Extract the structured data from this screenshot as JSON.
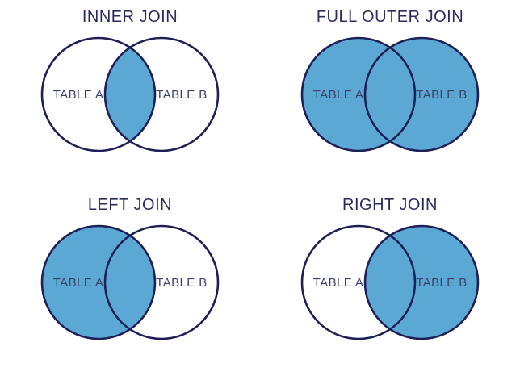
{
  "page": {
    "background_color": "#ffffff",
    "layout": "2x2-grid"
  },
  "style": {
    "fill_color": "#5ba8d4",
    "stroke_color": "#1f2057",
    "title_color": "#2a2d5c",
    "label_color": "#3c4169",
    "empty_fill": "#ffffff"
  },
  "diagrams": [
    {
      "id": "inner-join",
      "title": "INNER JOIN",
      "left_label": "TABLE A",
      "right_label": "TABLE B",
      "fill": {
        "left_only": false,
        "intersection": true,
        "right_only": false
      }
    },
    {
      "id": "full-outer-join",
      "title": "FULL OUTER JOIN",
      "left_label": "TABLE A",
      "right_label": "TABLE B",
      "fill": {
        "left_only": true,
        "intersection": true,
        "right_only": true
      }
    },
    {
      "id": "left-join",
      "title": "LEFT JOIN",
      "left_label": "TABLE A",
      "right_label": "TABLE B",
      "fill": {
        "left_only": true,
        "intersection": true,
        "right_only": false
      }
    },
    {
      "id": "right-join",
      "title": "RIGHT JOIN",
      "left_label": "TABLE A",
      "right_label": "TABLE B",
      "fill": {
        "left_only": false,
        "intersection": true,
        "right_only": true
      }
    }
  ]
}
